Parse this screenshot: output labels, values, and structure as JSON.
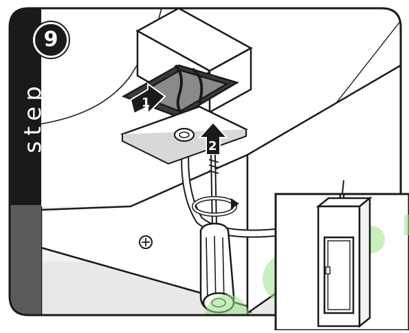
{
  "step": {
    "number": "9",
    "word": "step"
  },
  "callouts": {
    "arrow_1": "1",
    "arrow_2": "2"
  },
  "colors": {
    "outline": "#1a1a1a",
    "sidebar_dark": "#1a1a1a",
    "sidebar_gray": "#5a5a5a",
    "floor_gray": "#e8e8e8",
    "highlight_green": "#9be38a"
  },
  "icons": [
    "screwdriver-icon",
    "circuit-breaker-panel-icon",
    "rotate-arrow-icon",
    "up-arrow-icon",
    "screw-icon"
  ]
}
